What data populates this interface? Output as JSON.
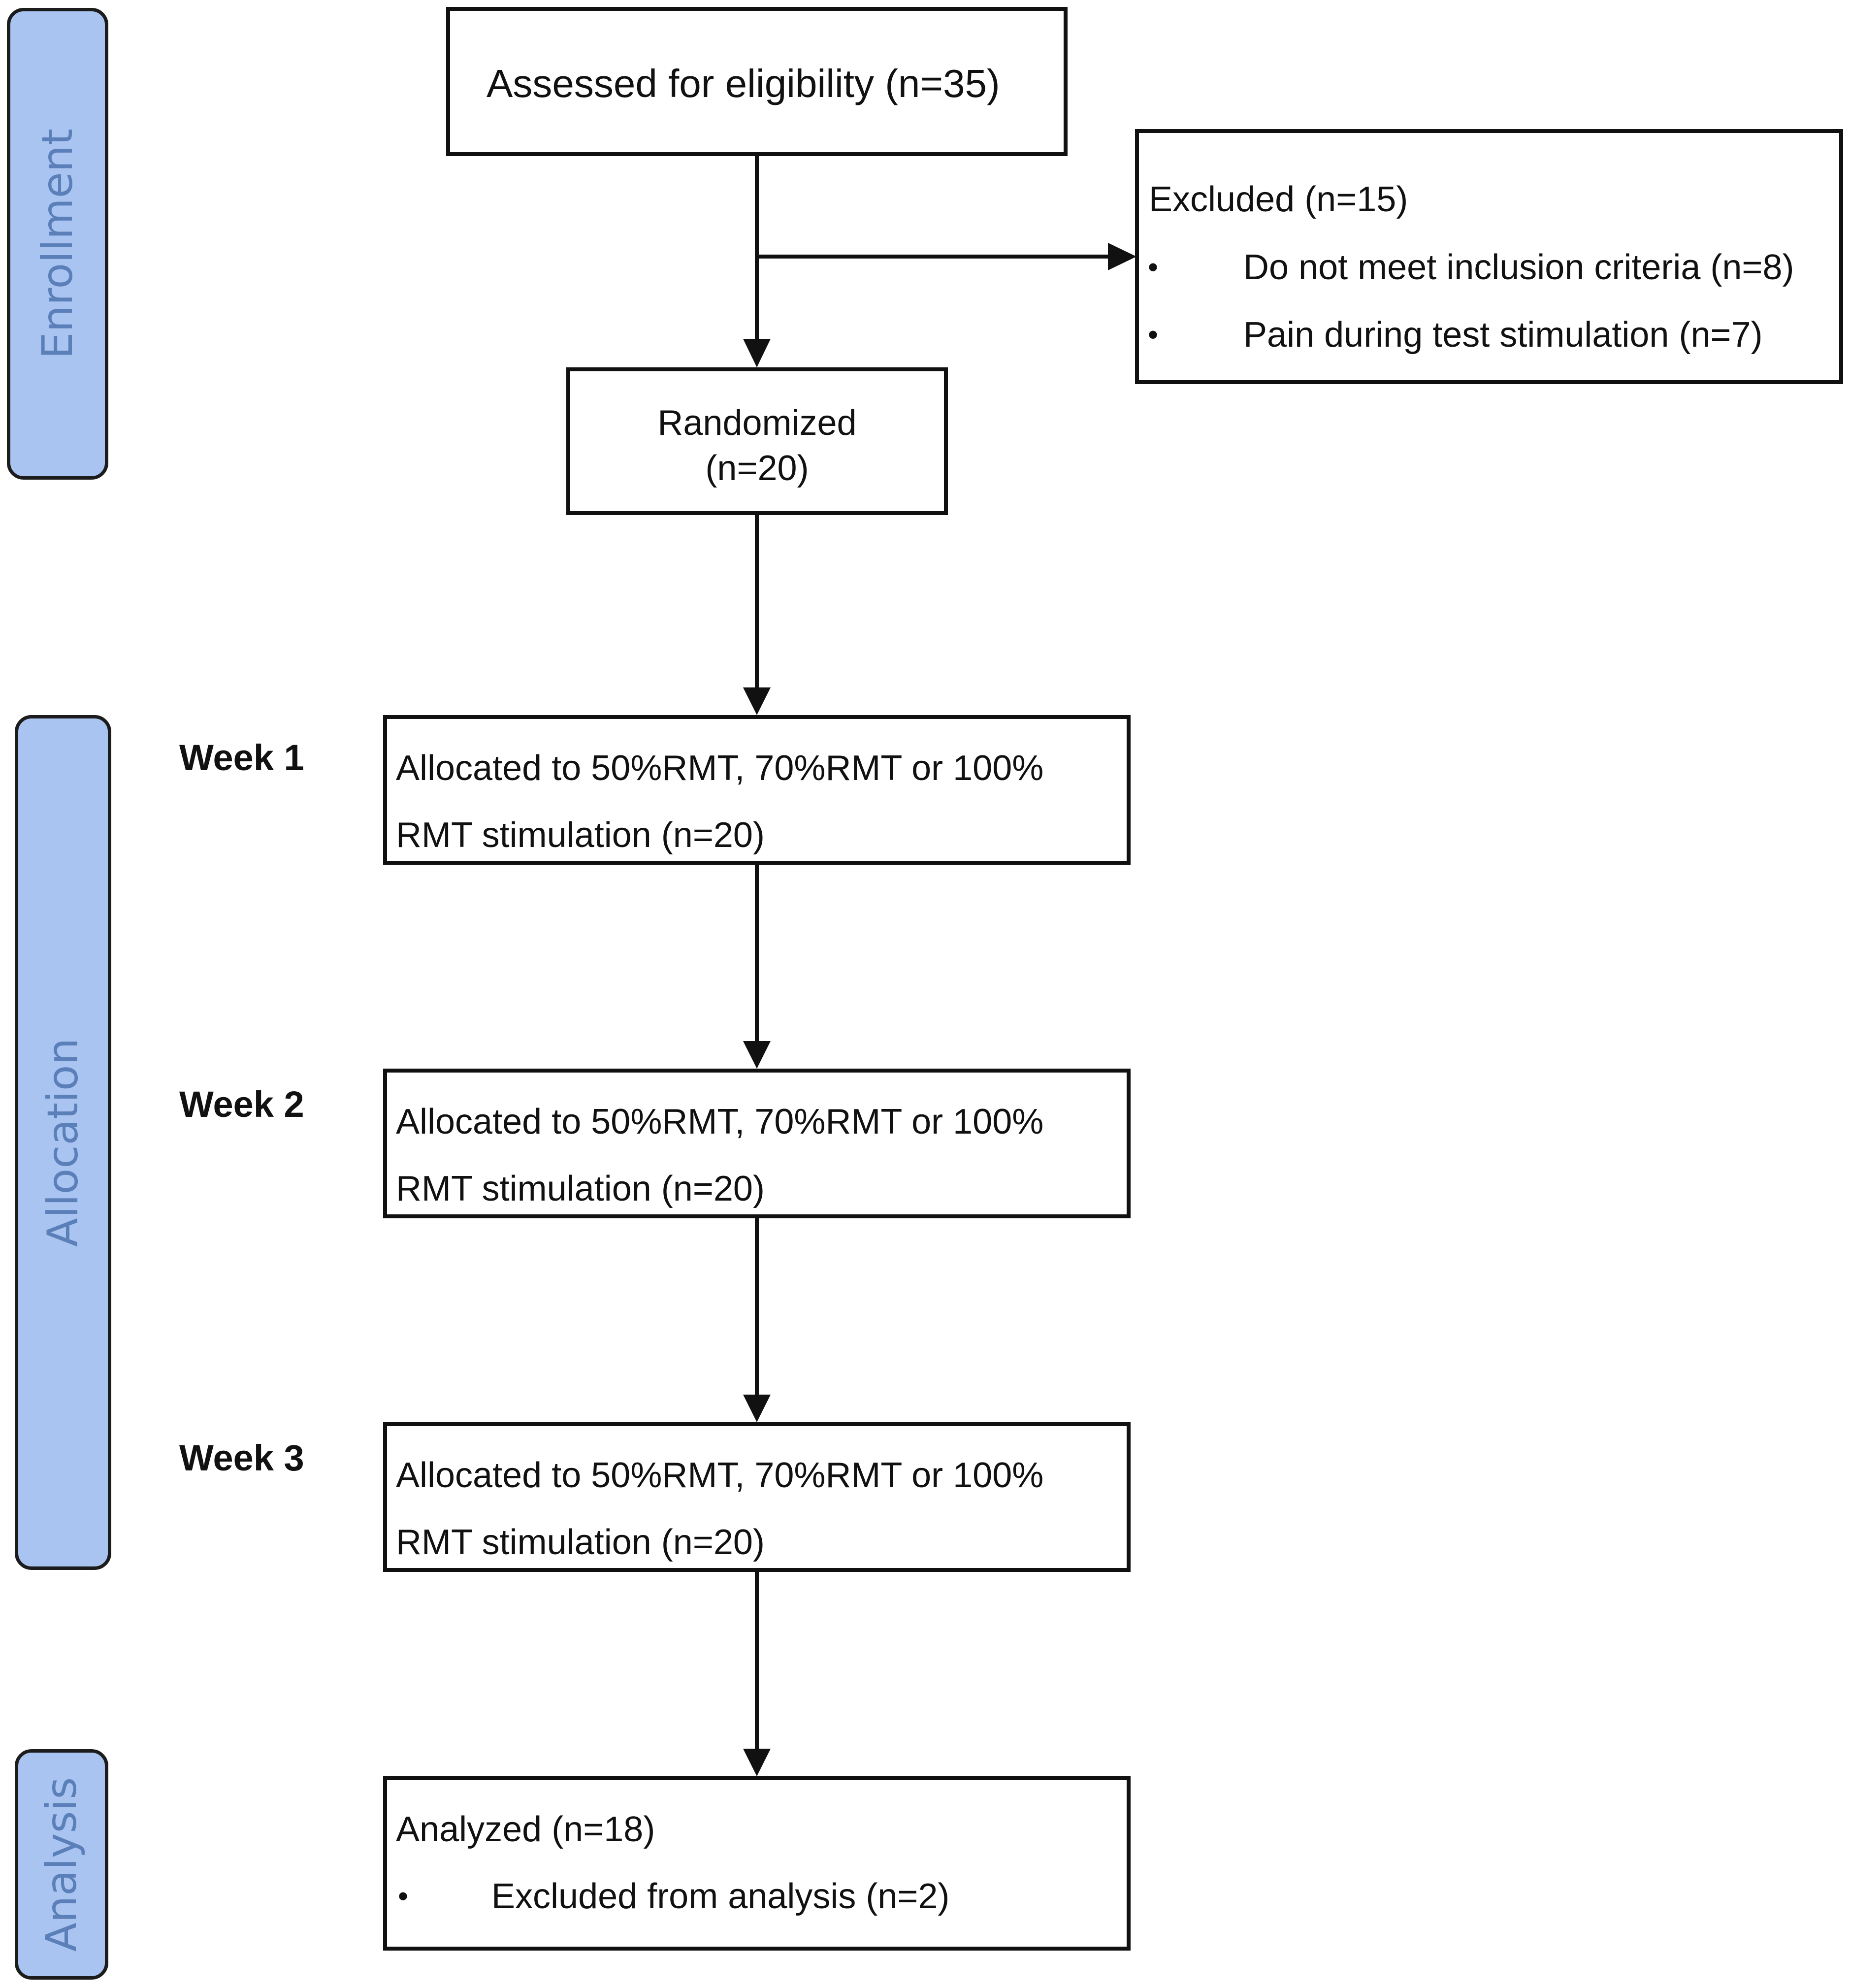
{
  "phases": {
    "enrollment": "Enrollment",
    "allocation": "Allocation",
    "analysis": "Analysis"
  },
  "assessed": "Assessed for eligibility (n=35)",
  "excluded": {
    "title": "Excluded (n=15)",
    "items": [
      "Do not meet inclusion criteria (n=8)",
      "Pain during test stimulation (n=7)"
    ]
  },
  "randomized": {
    "line1": "Randomized",
    "line2": "(n=20)"
  },
  "weeks": [
    {
      "label": "Week 1",
      "line1": "Allocated to 50%RMT, 70%RMT or 100%",
      "line2": "RMT stimulation (n=20)"
    },
    {
      "label": "Week 2",
      "line1": "Allocated to 50%RMT, 70%RMT or 100%",
      "line2": "RMT stimulation (n=20)"
    },
    {
      "label": "Week 3",
      "line1": "Allocated to 50%RMT, 70%RMT or 100%",
      "line2": "RMT stimulation (n=20)"
    }
  ],
  "analyzed": {
    "title": "Analyzed (n=18)",
    "items": [
      "Excluded from analysis (n=2)"
    ]
  },
  "bullet_char": "•"
}
